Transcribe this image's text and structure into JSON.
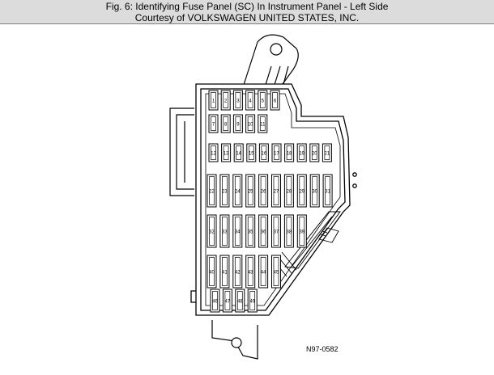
{
  "header": {
    "title": "Fig. 6: Identifying Fuse Panel (SC) In Instrument Panel - Left Side",
    "courtesy": "Courtesy of VOLKSWAGEN UNITED STATES, INC."
  },
  "diagram": {
    "reference_code": "N97-0582",
    "rows": [
      {
        "fuses": [
          "1",
          "2",
          "3",
          "4",
          "5",
          "6"
        ]
      },
      {
        "fuses": [
          "7",
          "8",
          "9",
          "10",
          "11"
        ]
      },
      {
        "fuses": [
          "12",
          "13",
          "14",
          "15",
          "16",
          "17",
          "18",
          "19",
          "20",
          "21"
        ]
      },
      {
        "fuses": [
          "22",
          "23",
          "24",
          "25",
          "26",
          "27",
          "28",
          "29",
          "30",
          "31"
        ]
      },
      {
        "fuses": [
          "32",
          "33",
          "34",
          "35",
          "36",
          "37",
          "38",
          "39"
        ]
      },
      {
        "fuses": [
          "40",
          "41",
          "42",
          "43",
          "44",
          "45"
        ]
      },
      {
        "fuses": [
          "46",
          "47",
          "48",
          "49"
        ]
      }
    ]
  }
}
